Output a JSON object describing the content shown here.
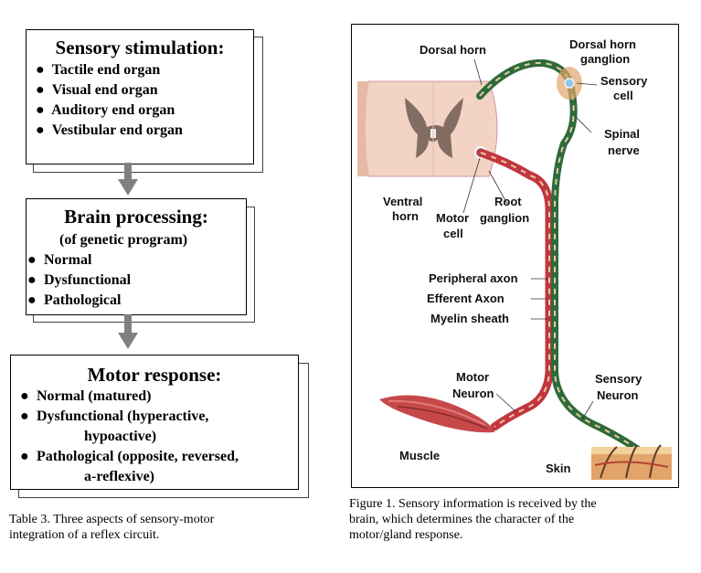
{
  "table": {
    "box1": {
      "title": "Sensory stimulation:",
      "items": [
        "Tactile end organ",
        "Visual end organ",
        "Auditory end organ",
        "Vestibular end organ"
      ]
    },
    "box2": {
      "title": "Brain processing:",
      "subtitle": "(of genetic program)",
      "items": [
        "Normal",
        "Dysfunctional",
        "Pathological"
      ]
    },
    "box3": {
      "title": "Motor response:",
      "items": [
        {
          "line1": "Normal (matured)"
        },
        {
          "line1": "Dysfunctional (hyperactive,",
          "line2": "hypoactive)"
        },
        {
          "line1": "Pathological (opposite, reversed,",
          "line2": "a-reflexive)"
        }
      ]
    },
    "bullet": "●",
    "caption_line1": "Table 3. Three aspects of sensory-motor",
    "caption_line2": "integration of a reflex circuit."
  },
  "figure": {
    "labels": {
      "dorsal_horn": "Dorsal horn",
      "dorsal_horn_ganglion_1": "Dorsal horn",
      "dorsal_horn_ganglion_2": "ganglion",
      "sensory_cell_1": "Sensory",
      "sensory_cell_2": "cell",
      "spinal_nerve_1": "Spinal",
      "spinal_nerve_2": "nerve",
      "ventral_horn_1": "Ventral",
      "ventral_horn_2": "horn",
      "motor_cell_1": "Motor",
      "motor_cell_2": "cell",
      "root_ganglion_1": "Root",
      "root_ganglion_2": "ganglion",
      "peripheral_axon": "Peripheral axon",
      "efferent_axon": "Efferent Axon",
      "myelin_sheath": "Myelin sheath",
      "motor_neuron_1": "Motor",
      "motor_neuron_2": "Neuron",
      "sensory_neuron_1": "Sensory",
      "sensory_neuron_2": "Neuron",
      "muscle": "Muscle",
      "skin": "Skin"
    },
    "caption_line1": "Figure 1. Sensory information is received by the",
    "caption_line2": "brain, which determines the character of the",
    "caption_line3": "motor/gland response.",
    "colors": {
      "gray_matter": "#6e5a52",
      "white_matter": "#f3d3c4",
      "motor_fiber": "#c2363f",
      "sensory_fiber": "#2f6b3a",
      "myelin": "#e8c9a6",
      "muscle": "#c64848",
      "skin": "#e3a46a"
    }
  }
}
